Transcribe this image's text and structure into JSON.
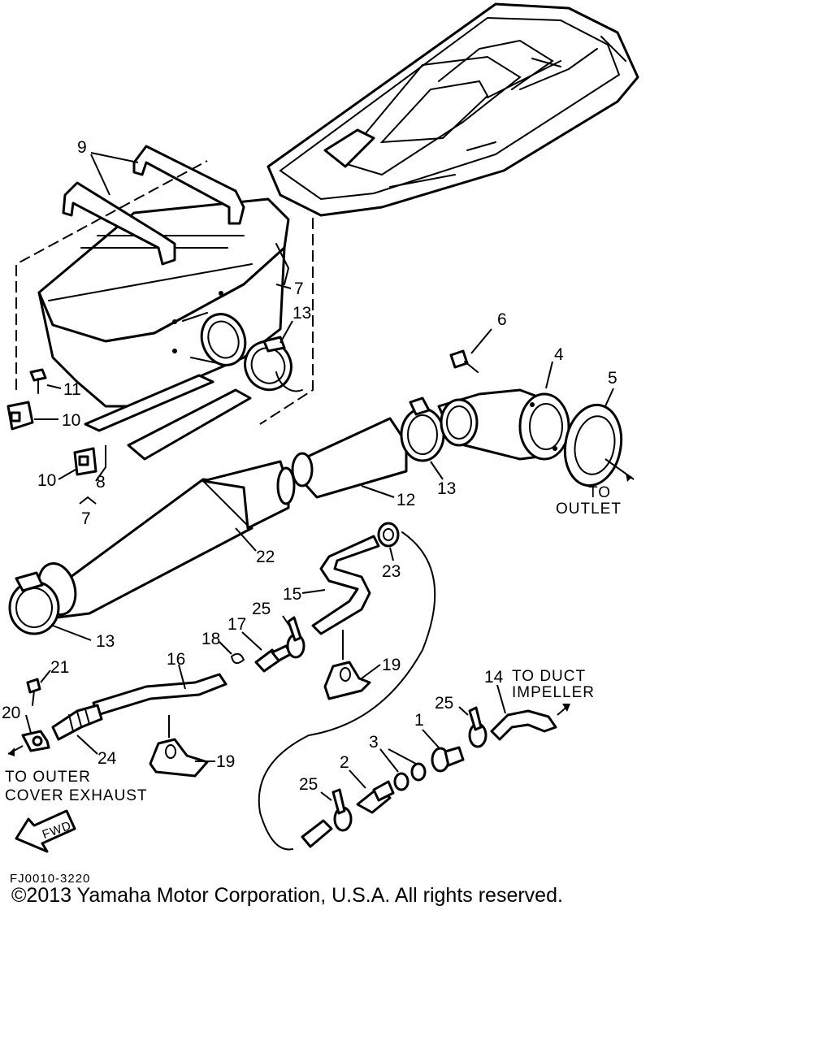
{
  "diagram": {
    "part_numbers": {
      "p1": "1",
      "p2": "2",
      "p3": "3",
      "p4": "4",
      "p5": "5",
      "p6": "6",
      "p7a": "7",
      "p7b": "7",
      "p8": "8",
      "p9": "9",
      "p10a": "10",
      "p10b": "10",
      "p11": "11",
      "p12": "12",
      "p13a": "13",
      "p13b": "13",
      "p13c": "13",
      "p14": "14",
      "p15": "15",
      "p16": "16",
      "p17": "17",
      "p18": "18",
      "p19a": "19",
      "p19b": "19",
      "p20": "20",
      "p21": "21",
      "p22": "22",
      "p23": "23",
      "p24": "24",
      "p25a": "25",
      "p25b": "25",
      "p25c": "25"
    },
    "callouts": {
      "to_outlet_1": "TO",
      "to_outlet_2": "OUTLET",
      "to_duct_1": "TO DUCT",
      "to_duct_2": "IMPELLER",
      "to_outer_1": "TO OUTER",
      "to_outer_2": "COVER EXHAUST",
      "fwd": "FWD"
    },
    "figure_code": "FJ0010-3220",
    "copyright": "©2013 Yamaha Motor Corporation, U.S.A. All rights reserved."
  }
}
